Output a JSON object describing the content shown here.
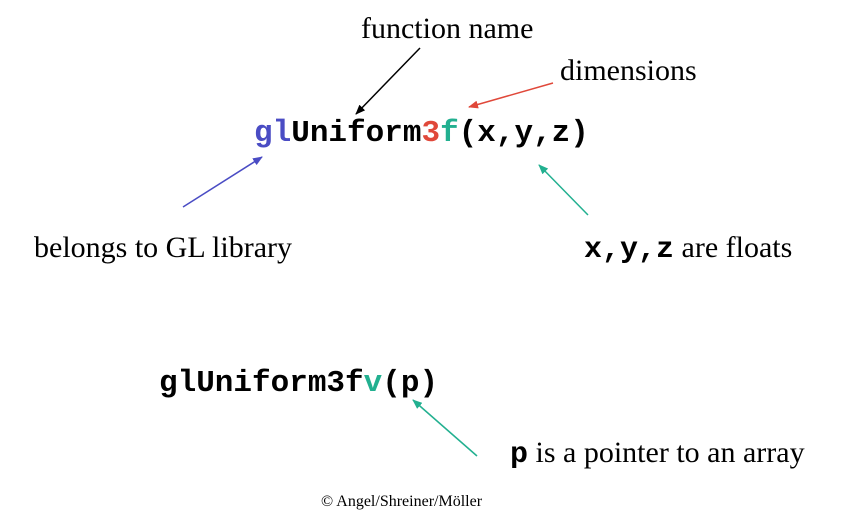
{
  "labels": {
    "function_name": "function name",
    "dimensions": "dimensions",
    "belongs": "belongs to GL library",
    "floats_code": "x,y,z",
    "floats_text": " are floats",
    "pointer_code": "p",
    "pointer_text": " is a pointer to an array",
    "copyright": "© Angel/Shreiner/Möller"
  },
  "call1": {
    "prefix": "gl",
    "name": "Uniform",
    "dimension": "3",
    "type": "f",
    "args": "(x,y,z)"
  },
  "call2": {
    "name": "glUniform3f",
    "suffix": "v",
    "args": "(p)"
  },
  "colors": {
    "prefix": "#4a4cc4",
    "dimension": "#e0483a",
    "type": "#22b090",
    "arrow_function_name": "#000000",
    "arrow_dimensions": "#e0483a",
    "arrow_library": "#4a4cc4",
    "arrow_types": "#22b090"
  }
}
